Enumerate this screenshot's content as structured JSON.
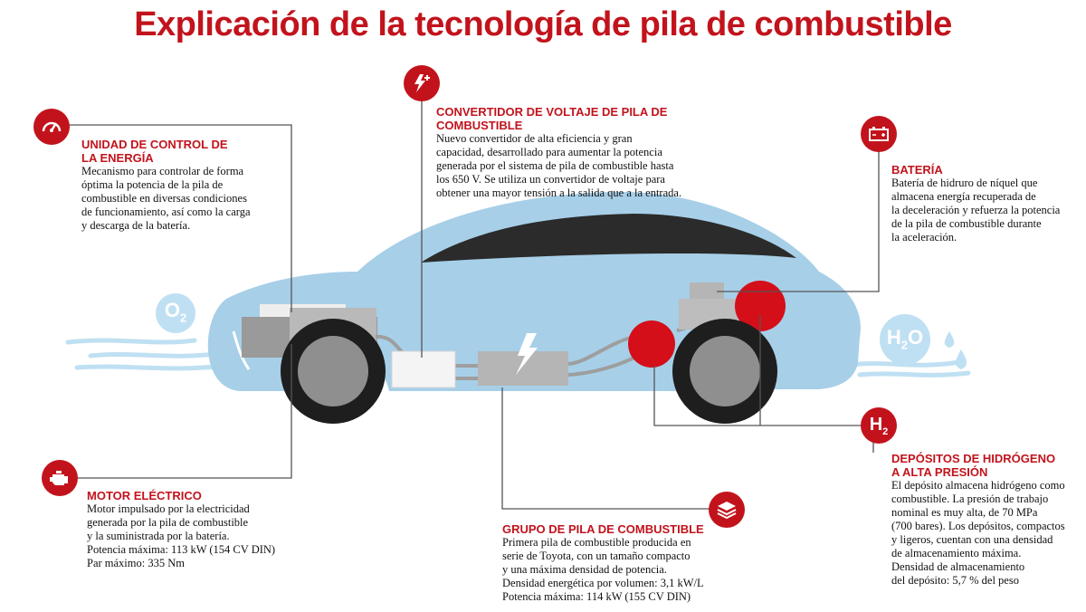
{
  "title": "Explicación de la tecnología de pila de combustible",
  "molecules": {
    "o2": "O",
    "o2_sub": "2",
    "h2o_left": "H",
    "h2o_sub": "2",
    "h2o_right": "O",
    "h2": "H",
    "h2_sub": "2"
  },
  "colors": {
    "accent": "#c2131c",
    "car_body": "#a7cfe8",
    "component": "#b5b5b5",
    "window": "#2b2b2b"
  },
  "sections": {
    "pcu": {
      "icon": "gauge-icon",
      "heading_1": "UNIDAD DE CONTROL DE",
      "heading_2": "LA ENERGÍA",
      "body": "Mecanismo para controlar de forma\nóptima la potencia de la pila de\ncombustible en diversas condiciones\nde funcionamiento, así como la carga\ny descarga de la batería."
    },
    "converter": {
      "icon": "voltage-boost-icon",
      "heading_1": "CONVERTIDOR DE VOLTAJE DE PILA DE",
      "heading_2": "COMBUSTIBLE",
      "body": "Nuevo convertidor de alta eficiencia y gran\ncapacidad, desarrollado para aumentar la potencia\ngenerada por el sistema de pila de combustible hasta\nlos 650 V. Se utiliza un convertidor de voltaje para\nobtener una mayor tensión a la salida que a la entrada."
    },
    "battery": {
      "icon": "battery-icon",
      "heading": "BATERÍA",
      "body": "Batería de hidruro de níquel que\nalmacena energía recuperada de\nla deceleración y refuerza la potencia\nde la pila de combustible durante\nla aceleración."
    },
    "motor": {
      "icon": "engine-icon",
      "heading": "MOTOR ELÉCTRICO",
      "body": "Motor impulsado por la electricidad\ngenerada por la pila de combustible\ny la suministrada por la batería.\nPotencia máxima: 113 kW (154 CV DIN)\nPar máximo: 335 Nm"
    },
    "stack": {
      "icon": "layers-icon",
      "heading": "GRUPO DE PILA DE COMBUSTIBLE",
      "body": "Primera pila de combustible producida en\nserie de Toyota, con un tamaño compacto\ny una máxima densidad de potencia.\nDensidad energética por volumen: 3,1 kW/L\nPotencia máxima: 114 kW (155 CV DIN)"
    },
    "tanks": {
      "icon": "h2-icon",
      "heading_1": "DEPÓSITOS DE HIDRÓGENO",
      "heading_2": "A ALTA PRESIÓN",
      "body": "El depósito almacena hidrógeno como\ncombustible. La presión de trabajo\nnominal es muy alta, de 70 MPa\n(700 bares). Los depósitos, compactos\n y ligeros, cuentan con una densidad\nde almacenamiento máxima.\nDensidad de almacenamiento\ndel depósito: 5,7 % del peso"
    }
  }
}
